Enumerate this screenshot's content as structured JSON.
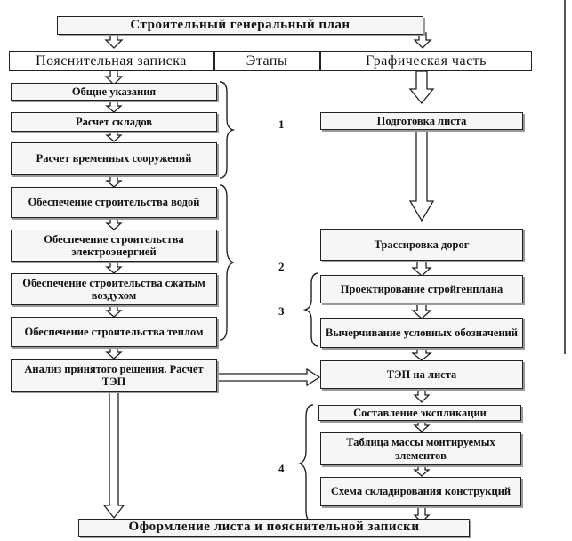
{
  "title": "Строительный генеральный план",
  "headers": {
    "note": "Пояснительная записка",
    "stages": "Этапы",
    "graphic": "Графическая часть"
  },
  "left": [
    "Общие указания",
    "Расчет складов",
    "Расчет временных сооружений",
    "Обеспечение строительства водой",
    "Обеспечение строительства электроэнергией",
    "Обеспечение строительства сжатым воздухом",
    "Обеспечение строительства теплом",
    "Анализ принятого решения. Расчет ТЭП"
  ],
  "right": [
    "Подготовка листа",
    "Трассировка дорог",
    "Проектирование стройгенплана",
    "Вычерчивание условных обозначений",
    "ТЭП на листа",
    "Составление экспликации",
    "Таблица массы монтируемых элементов",
    "Схема складирования конструкций"
  ],
  "stage_numbers": [
    "1",
    "2",
    "3",
    "4"
  ],
  "footer": "Оформление листа и пояснительной записки"
}
